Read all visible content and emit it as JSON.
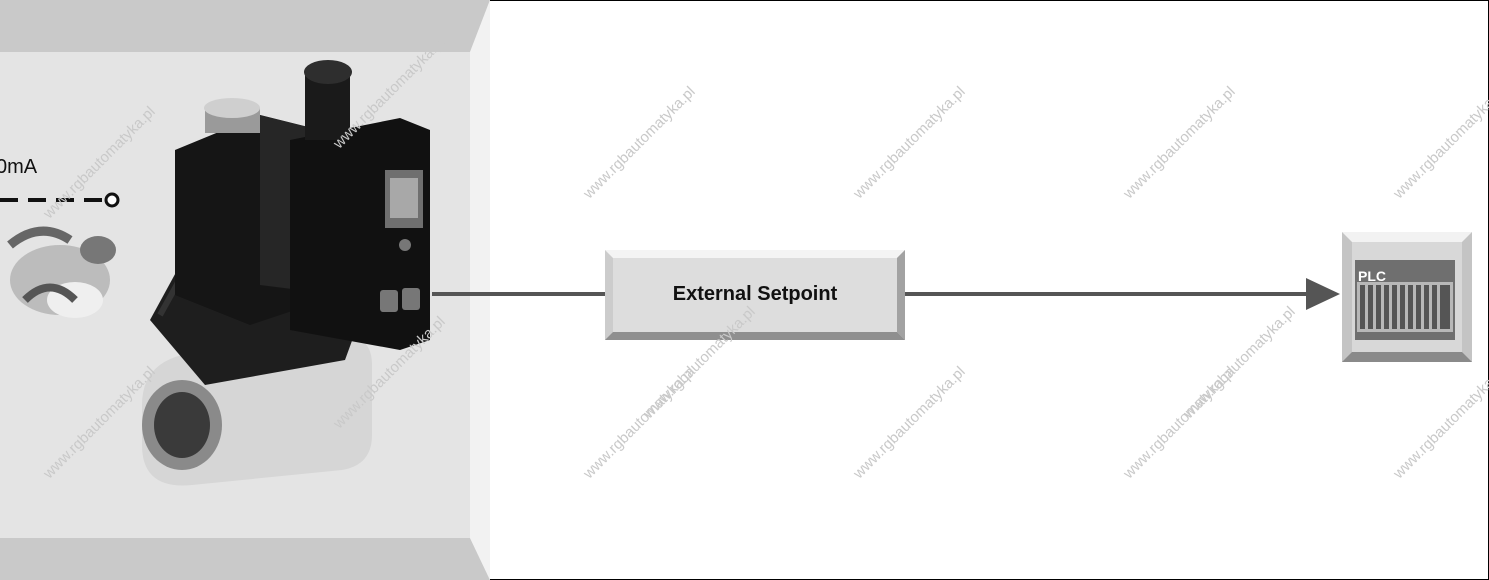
{
  "diagram": {
    "analog_signal_label": "0mA",
    "setpoint_label": "External Setpoint",
    "plc_label": "PLC",
    "watermark": "www.rgbautomatyka.pl",
    "icons": [
      "solenoid-valve-icon",
      "easy-link-logo-icon",
      "plc-rack-icon",
      "arrow-right-icon"
    ],
    "colors": {
      "panel_bg": "#e4e4e4",
      "panel_band": "#c9c9c9",
      "box_fill": "#dddddd",
      "line": "#555555",
      "valve_body": "#1a1a1a",
      "brass": "#d8d8d8"
    }
  }
}
